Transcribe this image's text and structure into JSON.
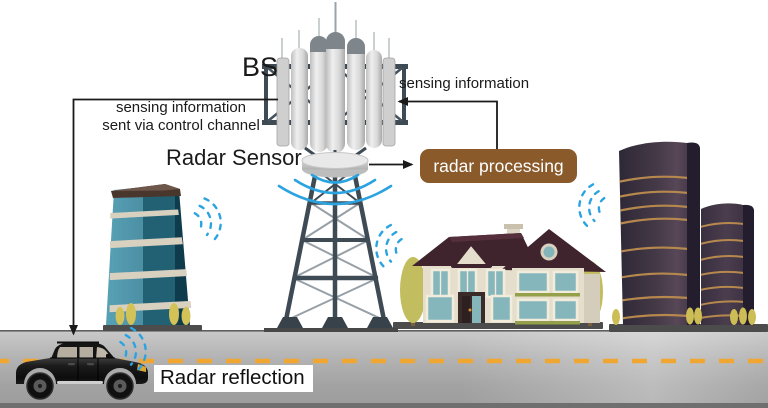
{
  "scene": {
    "labels": {
      "bs": "BS",
      "control_channel_line1": "sensing information",
      "control_channel_line2": "sent via control channel",
      "radar_sensor": "Radar Sensor",
      "sensing_information": "sensing information",
      "radar_processing": "radar processing",
      "radar_reflection": "Radar reflection"
    },
    "colors": {
      "wave_blue": "#2BA3E0",
      "processing_box_brown": "#8A5A2B",
      "lane_yellow": "#F0A732",
      "arrow_black": "#1A1A1A",
      "road_gray": "#A8A8A8"
    }
  }
}
